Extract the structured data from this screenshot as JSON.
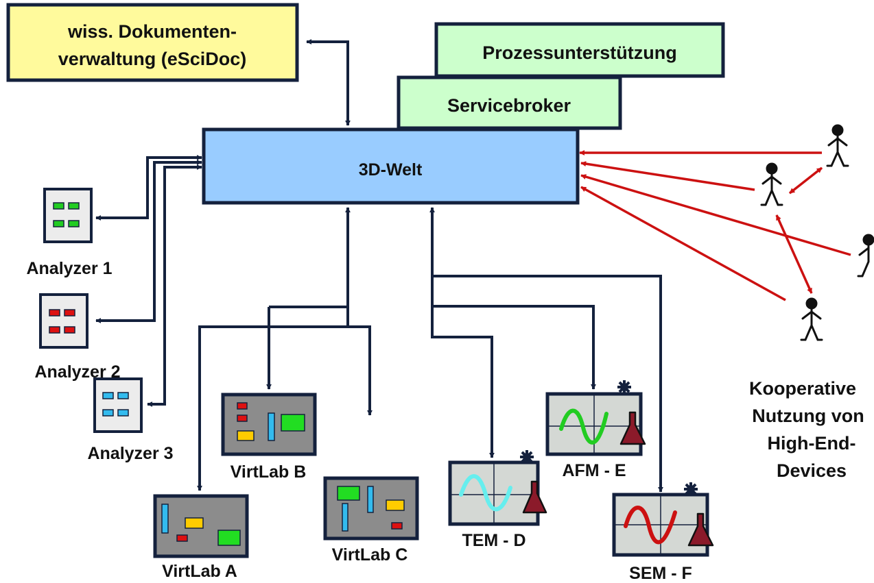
{
  "boxes": {
    "doc_mgmt": {
      "line1": "wiss. Dokumenten-",
      "line2": "verwaltung (eSciDoc)"
    },
    "process": "Prozessunterstützung",
    "broker": "Servicebroker",
    "world": "3D-Welt"
  },
  "analyzers": [
    "Analyzer 1",
    "Analyzer 2",
    "Analyzer 3"
  ],
  "virtlabs": [
    "VirtLab A",
    "VirtLab B",
    "VirtLab C"
  ],
  "devices": [
    "TEM - D",
    "AFM - E",
    "SEM - F"
  ],
  "cooperative": {
    "line1": "Kooperative",
    "line2": "Nutzung von",
    "line3": "High-End-",
    "line4": "Devices"
  },
  "colors": {
    "doc_box": "#fffa9c",
    "service_box": "#ccffcc",
    "world_box": "#99ccff",
    "frame": "#14213d",
    "arrow_dark": "#14213d",
    "arrow_red": "#cc1111",
    "panel_gray": "#8c8c8c",
    "analyzer_bg": "#ececec",
    "analyzer1_leds": "#22cc22",
    "analyzer2_leds": "#dd1111",
    "analyzer3_leds": "#33bbee",
    "wave_tem": "#66eeee",
    "wave_afm": "#22cc22",
    "wave_sem": "#cc1111",
    "flask": "#8b1a2a"
  },
  "icons": [
    "person-icon",
    "flask-icon",
    "gear-icon",
    "led-panel-icon",
    "signal-wave-icon"
  ]
}
